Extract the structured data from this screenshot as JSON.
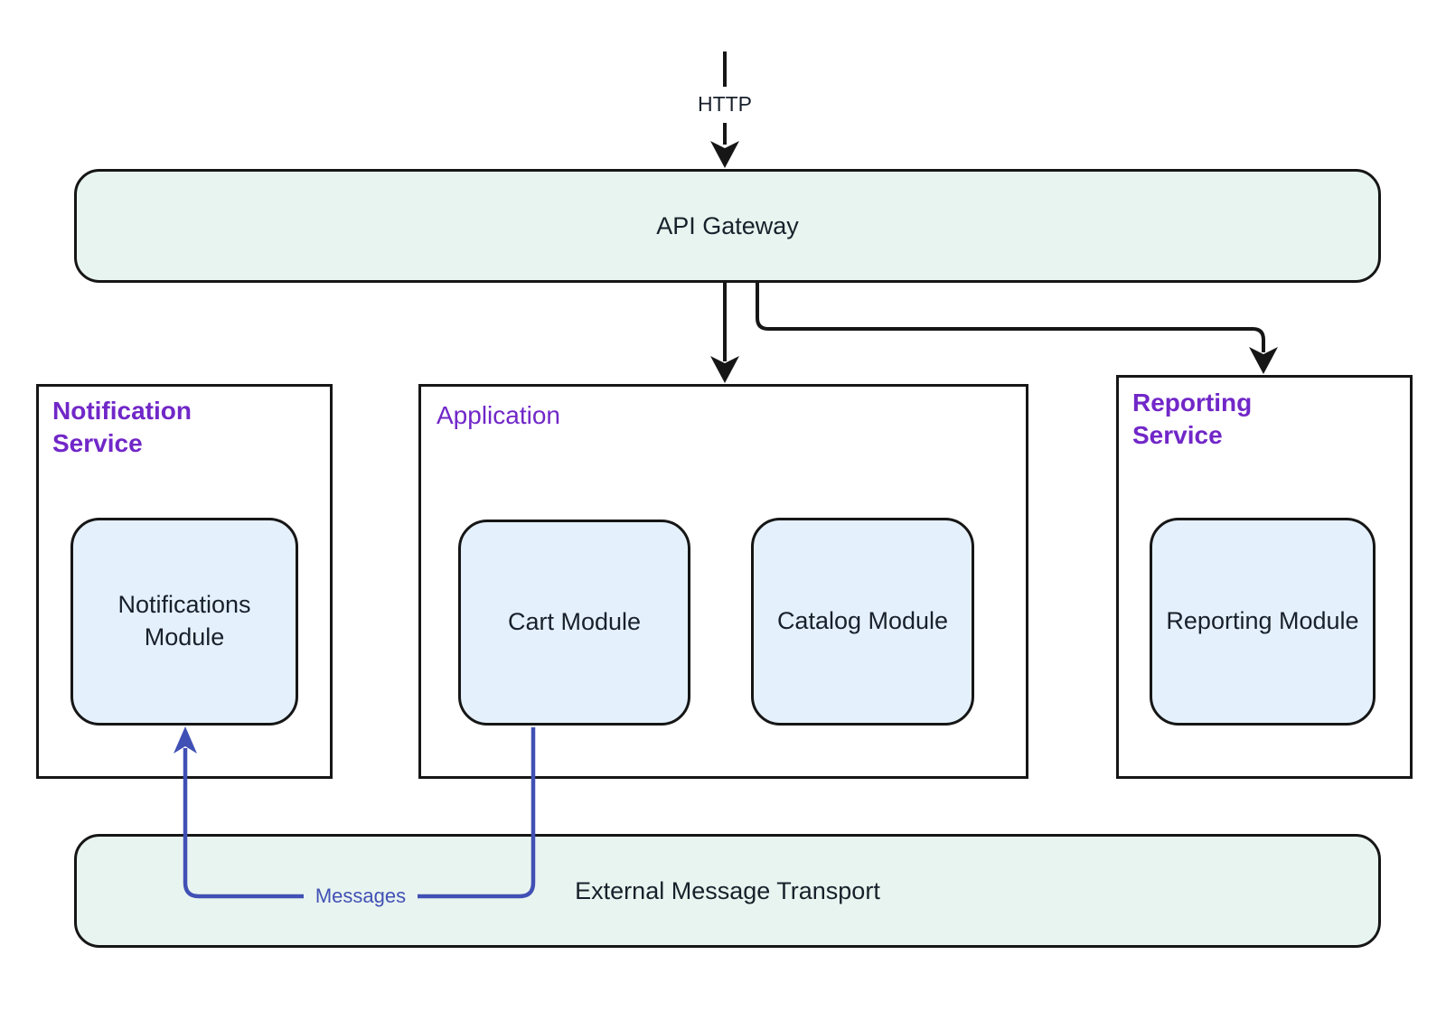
{
  "colors": {
    "background": "#ffffff",
    "stroke": "#161616",
    "mint_fill": "#e8f4ef",
    "module_fill": "#e4f0fb",
    "purple_title": "#7127c8",
    "indigo_edge": "#4150b5",
    "node_text": "#18202b"
  },
  "nodes": {
    "api_gateway": "API Gateway",
    "transport": "External Message Transport",
    "notifications_module": "Notifications Module",
    "cart_module": "Cart Module",
    "catalog_module": "Catalog Module",
    "reporting_module": "Reporting Module"
  },
  "groups": {
    "notification_service": "Notification Service",
    "application": "Application",
    "reporting_service": "Reporting Service"
  },
  "edges": {
    "http_label": "HTTP",
    "messages_label": "Messages"
  }
}
